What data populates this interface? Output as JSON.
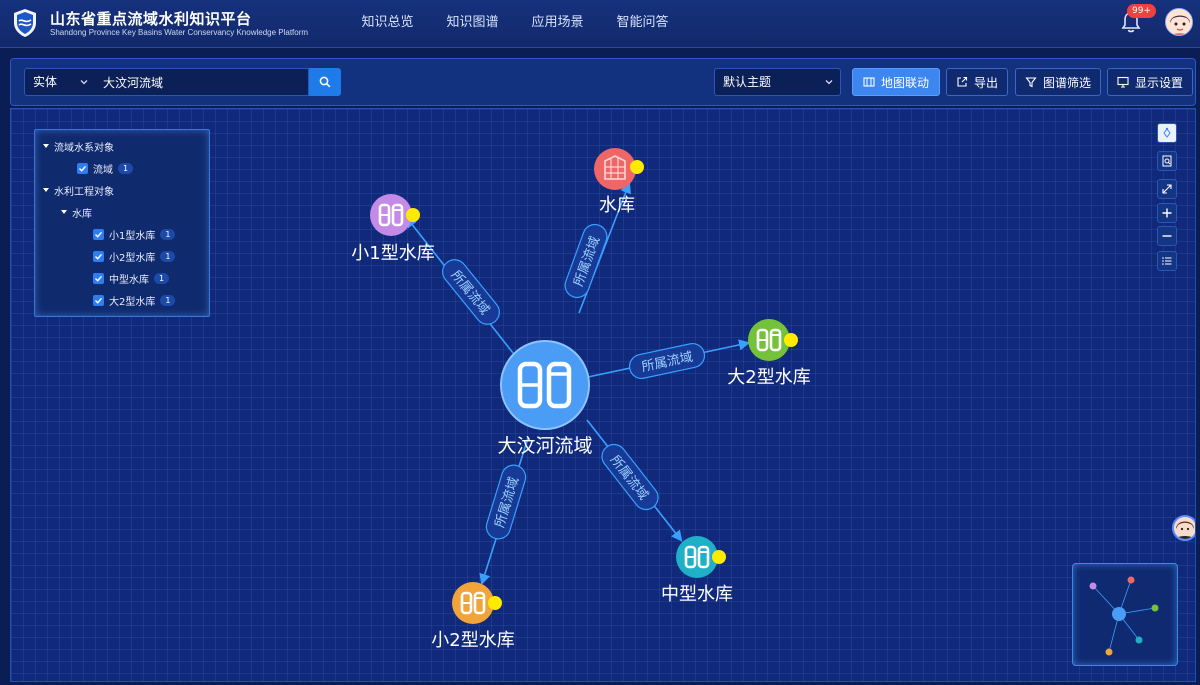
{
  "header": {
    "title_cn": "山东省重点流域水利知识平台",
    "title_en": "Shandong Province Key Basins Water Conservancy Knowledge Platform",
    "nav": [
      "知识总览",
      "知识图谱",
      "应用场景",
      "智能问答"
    ],
    "notification_count": "99+"
  },
  "toolbar": {
    "type_value": "实体",
    "search_value": "大汶河流域",
    "theme_value": "默认主题",
    "buttons": {
      "map_link": "地图联动",
      "export": "导出",
      "filter": "图谱筛选",
      "display": "显示设置"
    }
  },
  "legend": {
    "group1": "流域水系对象",
    "item_basin": "流域",
    "item_basin_count": "1",
    "group2": "水利工程对象",
    "sub_reservoir": "水库",
    "items": [
      {
        "label": "小1型水库",
        "count": "1"
      },
      {
        "label": "小2型水库",
        "count": "1"
      },
      {
        "label": "中型水库",
        "count": "1"
      },
      {
        "label": "大2型水库",
        "count": "1"
      }
    ]
  },
  "graph": {
    "center": {
      "label": "大汶河流域",
      "color": "#4a9cf5"
    },
    "edge_label": "所属流域",
    "nodes": [
      {
        "key": "res",
        "label": "水库",
        "color": "#ee6666"
      },
      {
        "key": "small1",
        "label": "小1型水库",
        "color": "#c38ae8"
      },
      {
        "key": "big2",
        "label": "大2型水库",
        "color": "#74c23a"
      },
      {
        "key": "mid",
        "label": "中型水库",
        "color": "#1fb0c8"
      },
      {
        "key": "small2",
        "label": "小2型水库",
        "color": "#f0a43a"
      }
    ]
  },
  "colors": {
    "accent": "#3d86f0",
    "edge": "#3aa0ff",
    "dot": "#ffeb00"
  }
}
